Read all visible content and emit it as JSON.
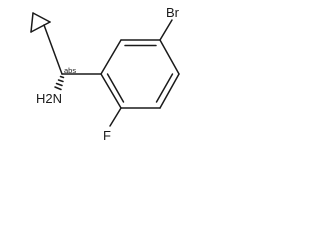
{
  "molecule": {
    "atoms": {
      "bromine": "Br",
      "amine": "H2N",
      "fluorine": "F"
    },
    "stereo_label": "abs"
  },
  "style": {
    "bond_color": "#1a1a1a",
    "background": "#ffffff"
  }
}
